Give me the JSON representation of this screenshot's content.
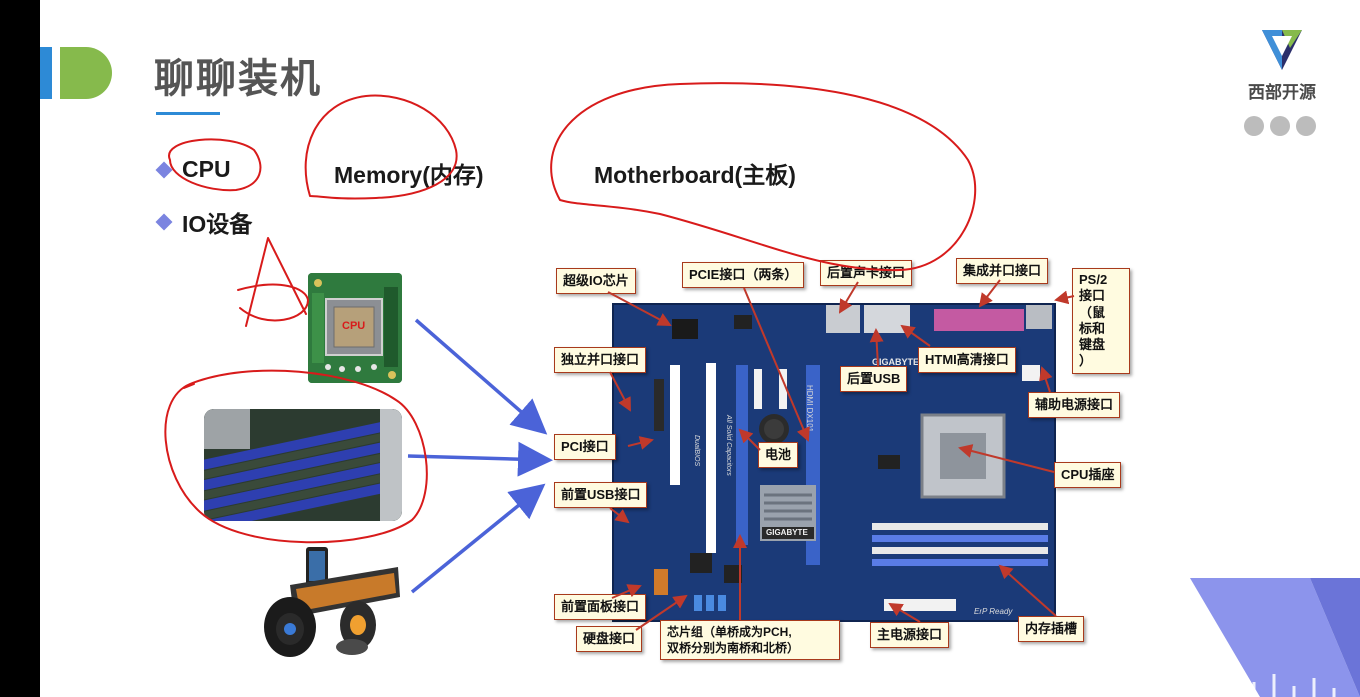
{
  "slide": {
    "title": "聊聊装机",
    "brand_name": "西部开源"
  },
  "bullets": {
    "cpu": "CPU",
    "memory": "Memory(内存)",
    "motherboard": "Motherboard(主板)",
    "io": "IO设备"
  },
  "thumbs": {
    "cpu_chip_label": "CPU"
  },
  "motherboard": {
    "brand": "GIGABYTE",
    "model": "HDMI  DX101",
    "chipset_label": "GIGABYTE",
    "footer": "ErP Ready",
    "caps": "All Solid Capacitors",
    "bios": "DualBIOS"
  },
  "callouts": {
    "super_io": "超级IO芯片",
    "pcie": "PCIE接口（两条）",
    "rear_audio": "后置声卡接口",
    "parallel_integrated": "集成并口接口",
    "ps2": "PS/2\n接口\n（鼠\n标和\n键盘\n）",
    "parallel_standalone": "独立并口接口",
    "hdmi": "HTMI高清接口",
    "rear_usb": "后置USB",
    "aux_power": "辅助电源接口",
    "pci": "PCI接口",
    "battery": "电池",
    "cpu_socket": "CPU插座",
    "front_usb": "前置USB接口",
    "front_panel": "前置面板接口",
    "disk": "硬盘接口",
    "chipset": "芯片组（单桥成为PCH,\n双桥分别为南桥和北桥）",
    "main_power": "主电源接口",
    "memory_slot": "内存插槽"
  },
  "colors": {
    "accent_blue": "#2d8ad6",
    "accent_green": "#86ba4c",
    "bullet_diamond": "#7b84e0",
    "ink_red": "#d81b1b",
    "arrow_blue": "#4b63d8",
    "board_blue": "#1b3a78"
  },
  "icons": {
    "brand_logo": "triangle-v-logo",
    "bullet": "diamond-bullet"
  }
}
